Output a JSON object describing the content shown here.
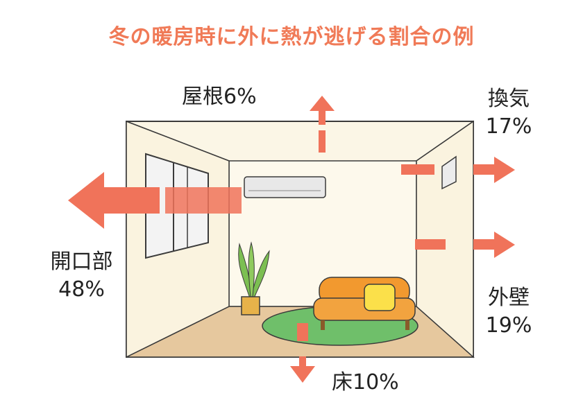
{
  "title": "冬の暖房時に外に熱が逃げる割合の例",
  "colors": {
    "title": "#f07a57",
    "arrow": "#f0735a",
    "wall": "#fbf6e6",
    "floor": "#e6c89e",
    "rug": "#6fbf6a",
    "sofa": "#f2992f",
    "cushion": "#fbe04a"
  },
  "labels": {
    "roof": {
      "name": "屋根",
      "value": "6%"
    },
    "ventilation": {
      "name": "換気",
      "value": "17%"
    },
    "opening": {
      "name": "開口部",
      "value": "48%"
    },
    "outer_wall": {
      "name": "外壁",
      "value": "19%"
    },
    "floor": {
      "name": "床",
      "value": "10%"
    }
  }
}
